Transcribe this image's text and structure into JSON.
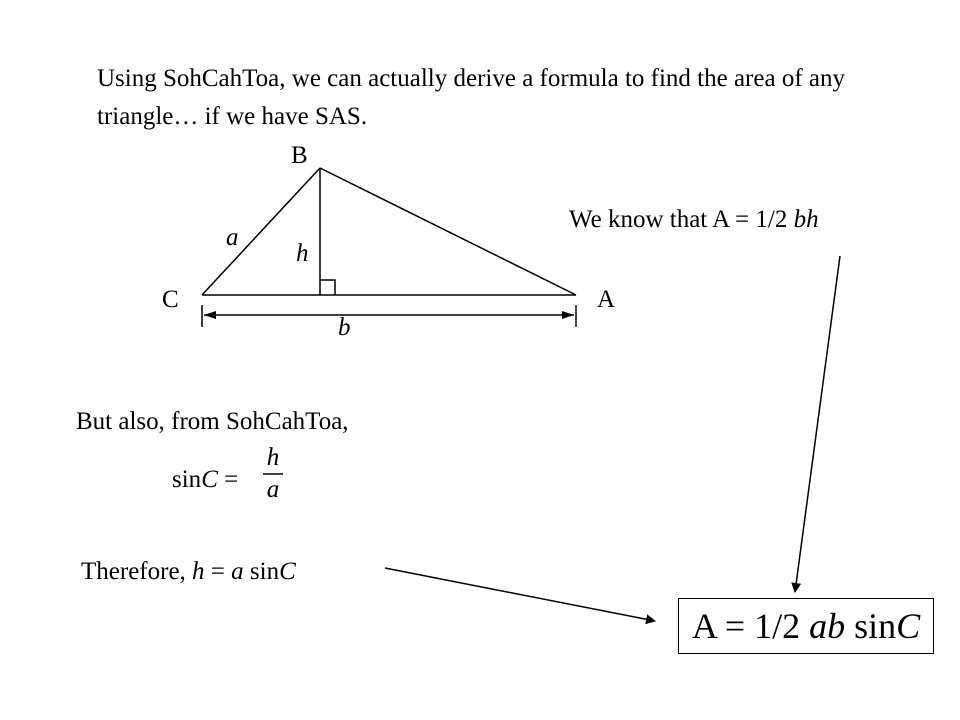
{
  "intro": "Using SohCahToa, we can actually derive a formula to find the area of any triangle… if we have SAS.",
  "vertices": {
    "b": "B",
    "c": "C",
    "a": "A"
  },
  "sides": {
    "a": "a",
    "h": "h",
    "b": "b"
  },
  "know": {
    "prefix": "We know that A = 1/2 ",
    "var": "bh"
  },
  "also": "But also, from SohCahToa,",
  "sin": {
    "lhs": "sin",
    "var": "C",
    "eq": " =",
    "num": "h",
    "den": "a"
  },
  "therefore": {
    "prefix": "Therefore, ",
    "h": "h",
    "eq": " = ",
    "a": "a",
    "sin": " sin",
    "c": "C"
  },
  "result": {
    "prefix": "A = 1/2 ",
    "ab": "ab",
    "sin": " sin",
    "c": "C"
  }
}
